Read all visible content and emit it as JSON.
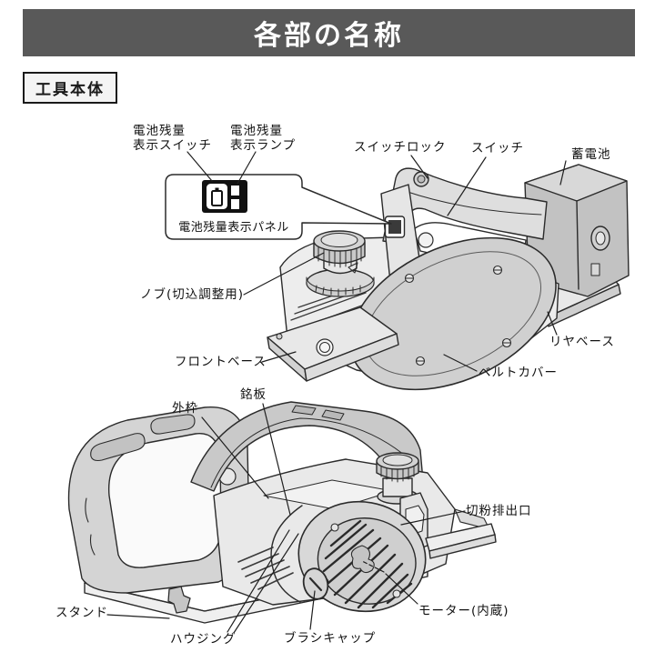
{
  "header": {
    "title": "各部の名称",
    "bg_color": "#595959",
    "text_color": "#ffffff"
  },
  "section": {
    "label": "工具本体"
  },
  "callout": {
    "panel_label": "電池残量表示パネル",
    "panel_bg": "#111111",
    "battery_icon": "battery-outline",
    "lamp_icon": "two-segment-lamp"
  },
  "colors": {
    "line": "#2b2b2b",
    "body_fill": "#ededed",
    "shade_fill": "#d0d0d0",
    "dark_fill": "#c2c2c2",
    "background": "#ffffff"
  },
  "labels": {
    "battery_switch": "電池残量\n表示スイッチ",
    "battery_lamp": "電池残量\n表示ランプ",
    "switch_lock": "スイッチロック",
    "switch": "スイッチ",
    "battery": "蓄電池",
    "knob": "ノブ(切込調整用)",
    "front_base": "フロントベース",
    "rear_base": "リヤベース",
    "belt_cover": "ベルトカバー",
    "outer_frame": "外枠",
    "nameplate": "銘板",
    "chip_port": "切粉排出口",
    "motor": "モーター(内蔵)",
    "stand": "スタンド",
    "housing": "ハウジング",
    "brush_cap": "ブラシキャップ"
  }
}
